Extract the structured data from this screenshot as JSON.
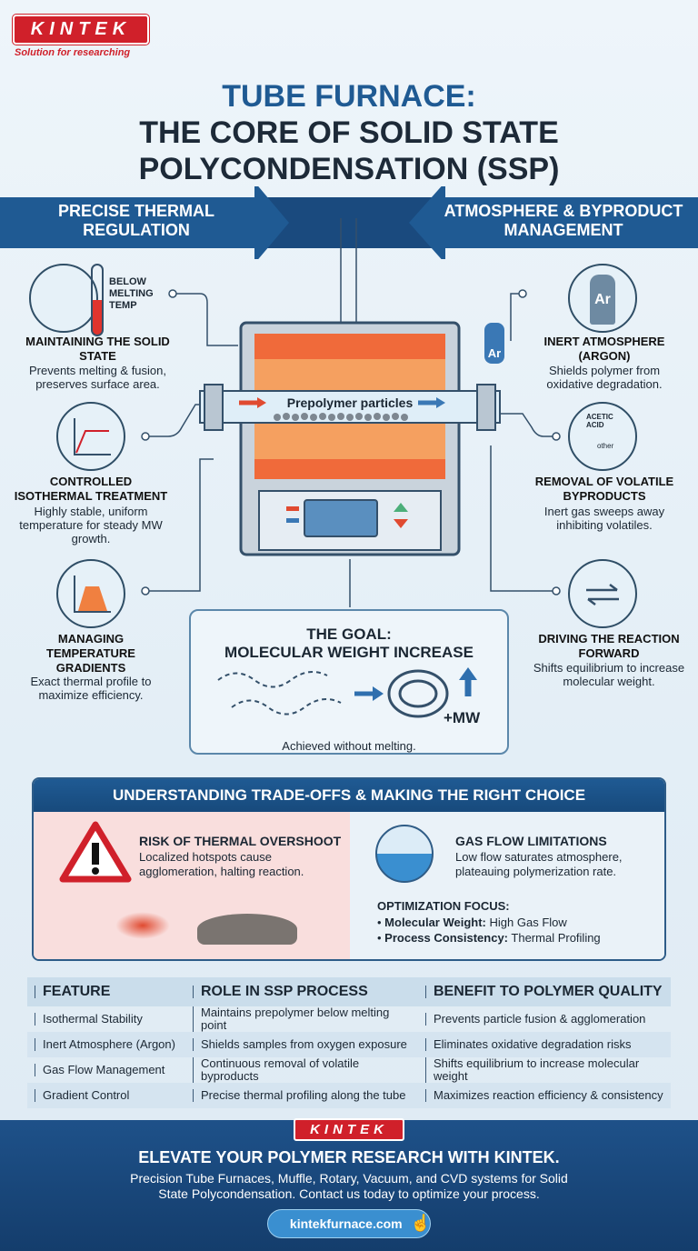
{
  "logo": {
    "brand": "KINTEK",
    "tagline": "Solution for researching"
  },
  "title": {
    "line1": "TUBE FURNACE:",
    "line2": "THE CORE OF SOLID STATE",
    "line3": "POLYCONDENSATION (SSP)"
  },
  "banners": {
    "left": "PRECISE THERMAL REGULATION",
    "right": "ATMOSPHERE & BYPRODUCT MANAGEMENT"
  },
  "left_features": [
    {
      "icon_label": "BELOW MELTING TEMP",
      "title": "MAINTAINING THE SOLID STATE",
      "desc": "Prevents melting & fusion, preserves surface area."
    },
    {
      "title": "CONTROLLED ISOTHERMAL TREATMENT",
      "desc": "Highly stable, uniform temperature for steady MW growth."
    },
    {
      "title": "MANAGING TEMPERATURE GRADIENTS",
      "desc": "Exact thermal profile to maximize efficiency."
    }
  ],
  "right_features": [
    {
      "icon_label": "Ar",
      "title": "INERT ATMOSPHERE (ARGON)",
      "desc": "Shields polymer from oxidative degradation."
    },
    {
      "icon_label": "ACETIC ACID",
      "icon_sub": "other",
      "title": "REMOVAL OF VOLATILE BYPRODUCTS",
      "desc": "Inert gas sweeps away inhibiting volatiles."
    },
    {
      "title": "DRIVING THE REACTION FORWARD",
      "desc": "Shifts equilibrium to increase molecular weight."
    }
  ],
  "furnace": {
    "tube_label": "Prepolymer particles",
    "gas_label": "Ar"
  },
  "goal": {
    "title_line1": "THE GOAL:",
    "title_line2": "MOLECULAR WEIGHT INCREASE",
    "mw_label": "+MW",
    "caption": "Achieved without melting."
  },
  "tradeoffs": {
    "heading": "UNDERSTANDING TRADE-OFFS & MAKING THE RIGHT CHOICE",
    "risk": {
      "title": "RISK OF THERMAL OVERSHOOT",
      "desc": "Localized hotspots cause agglomeration, halting reaction."
    },
    "gas": {
      "title": "GAS FLOW LIMITATIONS",
      "desc": "Low flow saturates atmosphere, plateauing polymerization rate."
    },
    "optimization": {
      "title": "OPTIMIZATION FOCUS:",
      "items": [
        {
          "key": "Molecular Weight:",
          "value": "High Gas Flow"
        },
        {
          "key": "Process Consistency:",
          "value": "Thermal Profiling"
        }
      ]
    }
  },
  "table": {
    "headers": [
      "FEATURE",
      "ROLE IN SSP PROCESS",
      "BENEFIT TO POLYMER QUALITY"
    ],
    "rows": [
      [
        "Isothermal Stability",
        "Maintains prepolymer below melting point",
        "Prevents particle fusion & agglomeration"
      ],
      [
        "Inert Atmosphere (Argon)",
        "Shields samples from oxygen exposure",
        "Eliminates oxidative degradation risks"
      ],
      [
        "Gas Flow Management",
        "Continuous removal of volatile byproducts",
        "Shifts equilibrium to increase molecular weight"
      ],
      [
        "Gradient Control",
        "Precise thermal profiling along the tube",
        "Maximizes reaction efficiency & consistency"
      ]
    ]
  },
  "footer": {
    "brand": "KINTEK",
    "headline": "ELEVATE YOUR POLYMER RESEARCH WITH KINTEK.",
    "body": "Precision Tube Furnaces, Muffle, Rotary, Vacuum, and CVD systems for Solid State Polycondensation. Contact us today to optimize your process.",
    "cta": "kintekfurnace.com"
  },
  "colors": {
    "primary": "#1f5a93",
    "accent_red": "#d0202a",
    "banner": "#1a4a7e",
    "heat": "#f07a3a"
  }
}
